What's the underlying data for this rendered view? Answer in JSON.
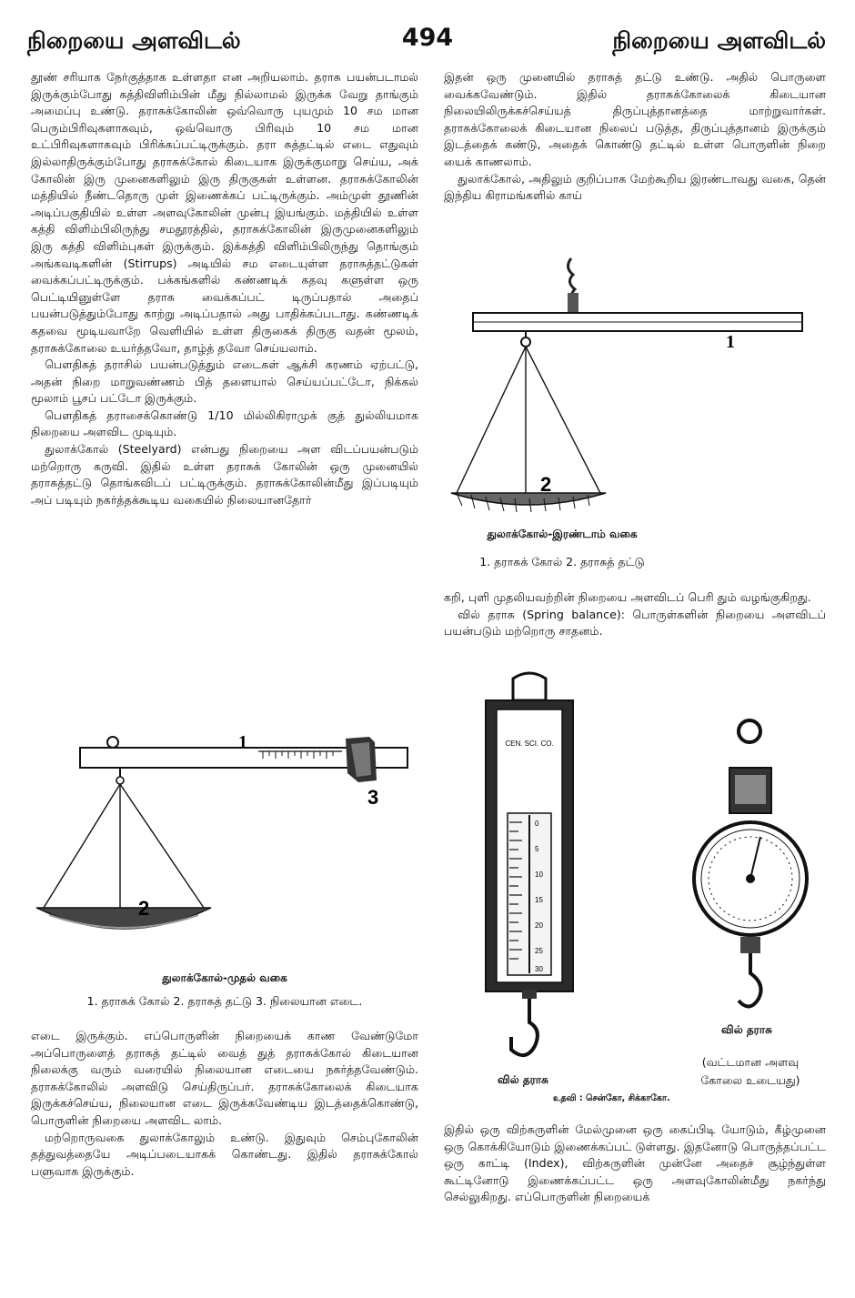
{
  "header": {
    "left_title": "நிறையை அளவிடல்",
    "page_number": "494",
    "right_title": "நிறையை அளவிடல்"
  },
  "column1_top": [
    "தூண் சரியாக நேர்குத்தாக உள்ளதா என அறியலாம். தராசு பயன்படாமல் இருக்கும்போது கத்திவிளிம்பின் மீது நில்லாமல் இருக்க வேறு தாங்கும் அமைப்பு உண்டு. தராசுக்கோலின் ஒவ்வொரு புயமும் 10 சம மான பெரும்பிரிவுகளாகவும், ஒவ்வொரு பிரிவும் 10 சம மான உட்பிரிவுகளாகவும் பிரிக்கப்பட்டிருக்கும். தரா சுத்தட்டில் எடை எதுவும் இல்லாதிருக்கும்போது தராசுக்கோல் கிடையாக இருக்குமாறு செய்ய, அக் கோலின் இரு முனைகளிலும் இரு திருகுகள் உள்ளன. தராசுக்கோலின் மத்தியில் நீண்டதொரு முள் இணைக்கப் பட்டிருக்கும். அம்முள் தூணின் அடிப்பகுதியில் உள்ள அளவுகோலின் முன்பு இயங்கும். மத்தியில் உள்ள கத்தி விளிம்பிலிருந்து சமதூரத்தில், தராசுக்கோலின் இருமுனைகளிலும் இரு கத்தி விளிம்புகள் இருக்கும். இக்கத்தி விளிம்பிலிருந்து தொங்கும் அங்கவடிகளின் (Stirrups) அடியில் சம எடையுள்ள தராசுத்தட்டுகள் வைக்கப்பட்டிருக்கும். பக்கங்களில் கண்ணடிக் கதவு களுள்ள ஒரு பெட்டியினுள்ளே தராசு வைக்கப்பட் டிருப்பதால் அதைப் பயன்படுத்தும்போது காற்று அடிப்பதால் அது பாதிக்கப்படாது. கண்ணடிக் கதவை மூடியவாறே வெளியில் உள்ள திருகைக் திருகு வதன் மூலம், தராசுக்கோலை உயர்த்தவோ, தாழ்த் தவோ செய்யலாம்.",
    "பௌதிகத் தராசில் பயன்படுத்தும் எடைகள் ஆக்சி கரணம் ஏற்பட்டு, அதன் நிறை மாறுவண்ணம் பித் தளையால் செய்யப்பட்டோ, நிக்கல் மூலாம் பூசப் பட்டோ இருக்கும்.",
    "பௌதிகத் தராசைக்கொண்டு 1/10 மில்லிகிராமுக் குத் துல்லியமாக நிறையை அளவிட முடியும்.",
    "துலாக்கோல் (Steelyard) என்பது நிறையை அள விடப்பயன்படும் மற்றொரு கருவி. இதில் உள்ள தராசுக் கோலின் ஒரு முனையில் தராசுத்தட்டு தொங்கவிடப் பட்டிருக்கும். தராசுக்கோலின்மீது இப்படியும் அப் படியும் நகர்த்தக்கூடிய வகையில் நிலையானதோர்"
  ],
  "figure1": {
    "labels": [
      "1",
      "2",
      "3"
    ],
    "caption": "துலாக்கோல்-முதல் வகை",
    "legend": "1. தராசுக் கோல் 2. தராசுத் தட்டு 3. நிலையான எடை."
  },
  "column1_bottom": [
    "எடை இருக்கும். எப்பொருளின் நிறையைக் காண வேண்டுமோ அப்பொருளைத் தராசுத் தட்டில் வைத் துத் தராசுக்கோல் கிடையான நிலைக்கு வரும் வரையில் நிலையான எடையை நகர்த்தவேண்டும். தராசுக்கோலில் அளவிடு செய்திருப்பர். தராசுக்கோலைக் கிடையாக இருக்கச்செய்ய, நிலையான எடை இருக்கவேண்டிய இடத்தைக்கொண்டு, பொருளின் நிறையை அளவிட லாம்.",
    "மற்றொருவகை துலாக்கோலும் உண்டு. இதுவும் செம்புகோலின் தத்துவத்தையே அடிப்படையாகக் கொண்டது. இதில் தராசுக்கோல் பளுவாக இருக்கும்."
  ],
  "column2_top": [
    "இதன் ஒரு முனையில் தராசுத் தட்டு உண்டு. அதில் பொருளை வைக்கவேண்டும். இதில் தராசுக்கோலைக் கிடையான நிலையிலிருக்கச்செய்யத் திருப்புத்தானத்தை மாற்றுவார்கள். தராசுக்கோலைக் கிடையான நிலைப் படுத்த, திருப்புத்தானம் இருக்கும் இடத்தைக் கண்டு, அதைக் கொண்டு தட்டில் உள்ள பொருளின் நிறை யைக் காணலாம்.",
    "துலாக்கோல், அதிலும் குறிப்பாக மேற்கூறிய இரண்டாவது வகை, தென் இந்திய கிராமங்களில் காய்"
  ],
  "figure2": {
    "labels": [
      "1",
      "2"
    ],
    "caption": "துலாக்கோல்-இரண்டாம் வகை",
    "legend": "1. தராசுக் கோல் 2. தராசுத் தட்டு"
  },
  "column2_mid": [
    "கறி, புளி முதலியவற்றின் நிறையை அளவிடப் பெரி தும் வழங்குகிறது.",
    "வில் தராசு (Spring balance): பொருள்களின் நிறையை அளவிடப் பயன்படும் மற்றொரு சாதனம்."
  ],
  "figure3": {
    "plate_text": "CEN. SCI. CO.",
    "scale_marks": [
      "0",
      "5",
      "10",
      "15",
      "20",
      "25",
      "30"
    ],
    "left_caption": "வில் தராசு",
    "right_caption": "வில் தராசு",
    "right_note_line1": "(வட்டமான அளவு",
    "right_note_line2": "கோலை உடையது)",
    "credit": "உதவி : சென்கோ, சிக்காகோ."
  },
  "column2_bottom": [
    "இதில் ஒரு விற்சுருளின் மேல்முனை ஒரு கைப்பிடி யோடும், கீழ்முனை ஒரு கொக்கியோடும் இணைக்கப்பட் டுள்ளது. இதனோடு பொருத்தப்பட்ட ஒரு காட்டி (Index), விற்சுருளின் முன்னே அதைச் சூழ்ந்துள்ள கூட்டினோடு இணைக்கப்பட்ட ஒரு அளவுகோலின்மீது நகர்ந்து செல்லுகிறது. எப்பொருளின் நிறையைக்"
  ]
}
